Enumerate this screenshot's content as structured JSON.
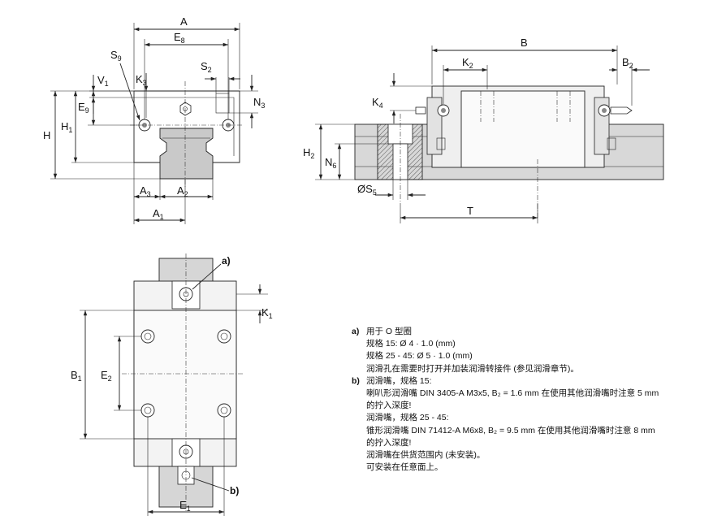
{
  "labels": {
    "A": "A",
    "E8": "E",
    "E8s": "8",
    "S9": "S",
    "S9s": "9",
    "V1": "V",
    "V1s": "1",
    "K3": "K",
    "K3s": "3",
    "S2": "S",
    "S2s": "2",
    "N3": "N",
    "N3s": "3",
    "E9": "E",
    "E9s": "9",
    "H": "H",
    "H1": "H",
    "H1s": "1",
    "A3": "A",
    "A3s": "3",
    "A2": "A",
    "A2s": "2",
    "A1": "A",
    "A1s": "1",
    "B": "B",
    "K2": "K",
    "K2s": "2",
    "B2": "B",
    "B2s": "2",
    "K4": "K",
    "K4s": "4",
    "H2": "H",
    "H2s": "2",
    "N6": "N",
    "N6s": "6",
    "S5": "ØS",
    "S5s": "5",
    "T": "T",
    "a": "a)",
    "b": "b)",
    "K1": "K",
    "K1s": "1",
    "B1": "B",
    "B1s": "1",
    "E2": "E",
    "E2s": "2",
    "E1": "E",
    "E1s": "1"
  },
  "notes": {
    "a_key": "a)",
    "a_line1": "用于 O 型圈",
    "a_line2": "规格 15:  Ø 4 · 1.0 (mm)",
    "a_line3": "规格 25 - 45:  Ø 5 · 1.0 (mm)",
    "a_line4": "润滑孔在需要时打开并加装润滑转接件 (参见润滑章节)。",
    "b_key": "b)",
    "b_line1": "润滑嘴，规格 15:",
    "b_line2": "喇叭形润滑嘴 DIN 3405-A M3x5,  B₂ = 1.6 mm 在使用其他润滑嘴时注意 5 mm",
    "b_line3": "的拧入深度!",
    "b_line4": "润滑嘴，规格 25 - 45:",
    "b_line5": "锥形润滑嘴 DIN 71412-A M6x8,  B₂ = 9.5 mm 在使用其他润滑嘴时注意 8 mm",
    "b_line6": "的拧入深度!",
    "b_line7": "润滑嘴在供货范围内 (未安装)。",
    "b_line8": "可安装在任意面上。"
  }
}
